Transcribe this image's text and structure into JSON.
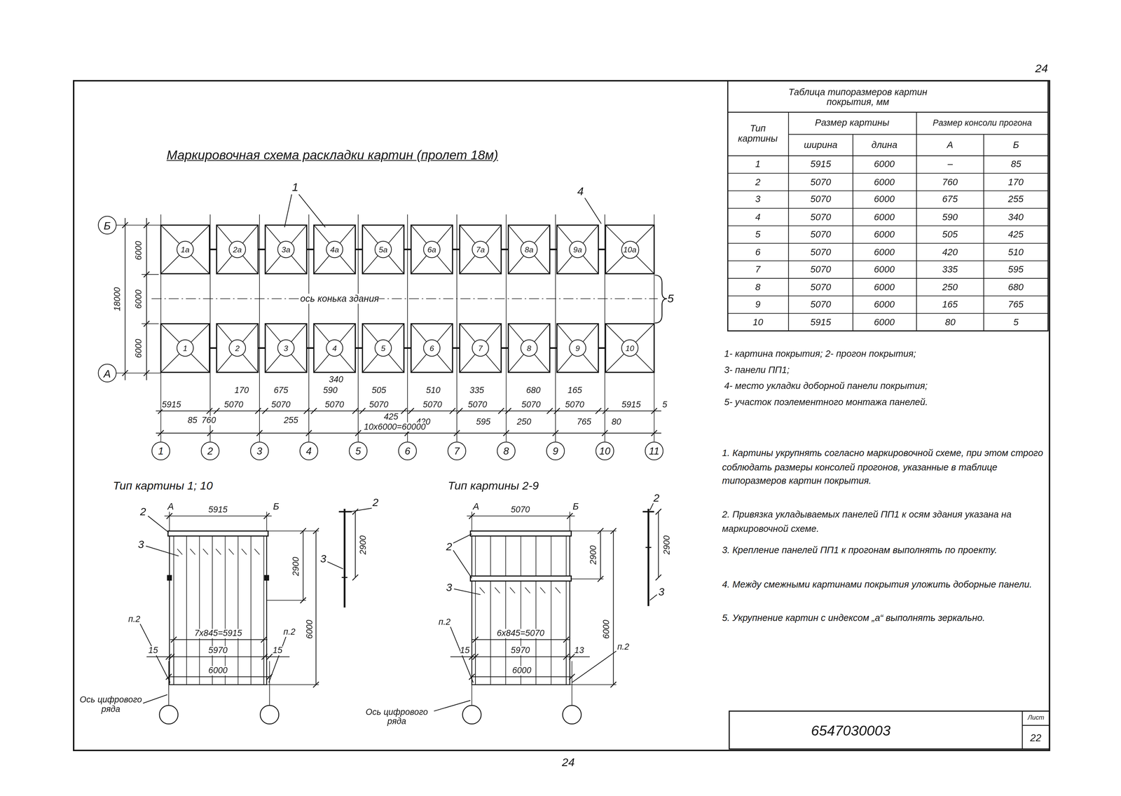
{
  "diagram": {
    "title": "Маркировочная схема раскладки картин (пролет 18м)",
    "nodes": [
      {
        "text": [
          "Б"
        ]
      },
      {
        "text": [
          "1а"
        ]
      },
      {
        "text": [
          "2а"
        ]
      },
      {
        "text": [
          "3а"
        ]
      },
      {
        "text": [
          "4а"
        ]
      },
      {
        "text": [
          "5а"
        ]
      },
      {
        "text": [
          "6а"
        ]
      },
      {
        "text": [
          "7а"
        ]
      },
      {
        "text": [
          "8а"
        ]
      },
      {
        "text": [
          "9а"
        ]
      },
      {
        "text": [
          "10а"
        ]
      },
      {
        "text": [
          "А"
        ]
      },
      {
        "text": [
          "1"
        ]
      },
      {
        "text": [
          "2"
        ]
      },
      {
        "text": [
          "3"
        ]
      },
      {
        "text": [
          "4"
        ]
      },
      {
        "text": [
          "5"
        ]
      },
      {
        "text": [
          "6"
        ]
      },
      {
        "text": [
          "7"
        ]
      },
      {
        "text": [
          "8"
        ]
      },
      {
        "text": [
          "9"
        ]
      },
      {
        "text": [
          "10"
        ]
      },
      {
        "text": [
          "1"
        ]
      },
      {
        "text": [
          "2"
        ]
      },
      {
        "text": [
          "3"
        ]
      },
      {
        "text": [
          "4"
        ]
      },
      {
        "text": [
          "5"
        ]
      },
      {
        "text": [
          "6"
        ]
      },
      {
        "text": [
          "7"
        ]
      },
      {
        "text": [
          "8"
        ]
      },
      {
        "text": [
          "9"
        ]
      },
      {
        "text": [
          "10"
        ]
      },
      {
        "text": [
          "11"
        ]
      }
    ],
    "labels": [
      "24",
      "Таблица типоразмеров картин покрытия, мм",
      "Тип картины",
      "Размер картины",
      "ширина",
      "длина",
      "Размер консоли прогона",
      "А",
      "Б",
      "1",
      "5915",
      "6000",
      "–",
      "85",
      "2",
      "5070",
      "6000",
      "760",
      "170",
      "3",
      "5070",
      "6000",
      "675",
      "255",
      "4",
      "5070",
      "6000",
      "590",
      "340",
      "5",
      "5070",
      "6000",
      "505",
      "425",
      "6",
      "5070",
      "6000",
      "420",
      "510",
      "7",
      "5070",
      "6000",
      "335",
      "595",
      "8",
      "5070",
      "6000",
      "250",
      "680",
      "9",
      "5070",
      "6000",
      "165",
      "765",
      "10",
      "5915",
      "6000",
      "80",
      "5",
      "1- картина покрытия; 2- прогон покрытия;",
      "3- панели ПП1;",
      "4- место укладки доборной панели покрытия;",
      "5- участок поэлементного монтажа панелей.",
      "1. Картины укрупнять согласно маркировочной схеме, при этом строго соблюдать размеры консолей прогонов, указанные в таблице типоразмеров картин покрытия.",
      "2. Привязка укладываемых панелей ПП1 к осям здания указана на маркировочной схеме.",
      "3. Крепление панелей ПП1 к прогонам выполнять по проекту.",
      "4. Между смежными картинами покрытия уложить доборные панели.",
      "5. Укрупнение картин с индексом „а“ выполнять зеркально.",
      "6547030003",
      "Лист",
      "22",
      "24",
      "1",
      "4",
      "5",
      "6000",
      "6000",
      "6000",
      "18000",
      "ось конька здания",
      "5915",
      "170",
      "5070",
      "675",
      "5070",
      "340",
      "590",
      "5070",
      "505",
      "5070",
      "510",
      "5070",
      "335",
      "5070",
      "680",
      "5070",
      "165",
      "5070",
      "5915",
      "5",
      "85",
      "760",
      "255",
      "425",
      "420",
      "595",
      "250",
      "765",
      "80",
      "10х6000=60000",
      "Тип картины 1; 10",
      "А",
      "Б",
      "5915",
      "2",
      "3",
      "2900",
      "6000",
      "п.2",
      "7х845=5915",
      "п.2",
      "15",
      "5970",
      "15",
      "6000",
      "Ось цифрового ряда",
      "2",
      "3",
      "2900",
      "Тип картины 2-9",
      "А",
      "Б",
      "5070",
      "2",
      "3",
      "2900",
      "6000",
      "п.2",
      "6х845=5070",
      "п.2",
      "15",
      "5970",
      "13",
      "6000",
      "Ось цифрового ряда",
      "2",
      "3",
      "2900"
    ]
  }
}
